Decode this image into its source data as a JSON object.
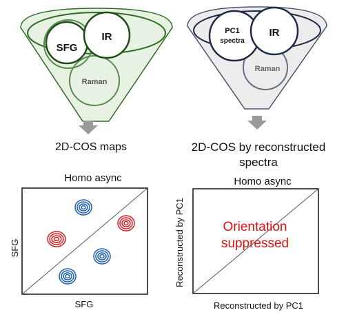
{
  "left_funnel": {
    "circles": {
      "sfg": "SFG",
      "ir": "IR",
      "raman": "Raman"
    },
    "caption": "2D-COS maps"
  },
  "right_funnel": {
    "circles": {
      "pc1_line1": "PC1",
      "pc1_line2": "spectra",
      "ir": "IR",
      "raman": "Raman"
    },
    "caption": "2D-COS by reconstructed spectra"
  },
  "left_plot": {
    "title": "Homo async",
    "x_label": "SFG",
    "y_label": "SFG"
  },
  "right_plot": {
    "title": "Homo async",
    "x_label": "Reconstructed by PC1",
    "y_label": "Reconstructed by PC1",
    "message": "Orientation suppressed"
  },
  "colors": {
    "green_dark": "#2e6b24",
    "green_fill": "#e8f2e2",
    "gray_fill": "#ececec",
    "navy": "#1f2b44",
    "arrow": "#9a9a9a",
    "red": "#d42020",
    "blue": "#1a5fb4"
  }
}
